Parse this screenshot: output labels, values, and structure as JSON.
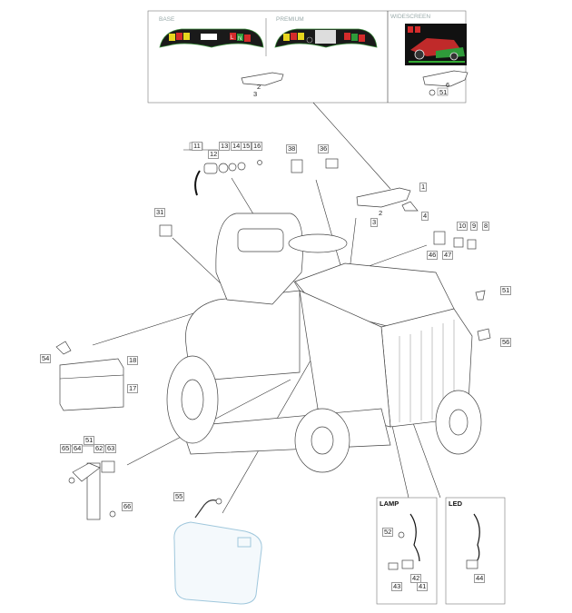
{
  "variants": {
    "base": "BASE",
    "premium": "PREMIUM",
    "widescreen": "WIDESCREEN",
    "lamp": "LAMP",
    "led": "LED"
  },
  "dash_letters": {
    "left": "L",
    "neutral": "N"
  },
  "callouts": {
    "top_2": "2",
    "top_3": "3",
    "top_51": "51",
    "top_6": "6",
    "c11": "11",
    "c12": "12",
    "c13": "13",
    "c14": "14",
    "c15": "15",
    "c16": "16",
    "c38": "38",
    "c36": "36",
    "c1": "1",
    "c2": "2",
    "c3": "3",
    "c4": "4",
    "c31": "31",
    "c46": "46",
    "c47": "47",
    "c10": "10",
    "c9": "9",
    "c8": "8",
    "c51": "51",
    "c56": "56",
    "c54": "54",
    "c18": "18",
    "c17": "17",
    "c51b": "51",
    "c65": "65",
    "c64": "64",
    "c62": "62",
    "c63": "63",
    "c66": "66",
    "c55": "55",
    "c52": "52",
    "c42": "42",
    "c43": "43",
    "c41": "41",
    "c44": "44"
  },
  "colors": {
    "yellow": "#e8d61e",
    "red": "#d42b2b",
    "green": "#2f9a3a",
    "dash": "#1a1a1a",
    "tank": "#9fc7dc"
  }
}
